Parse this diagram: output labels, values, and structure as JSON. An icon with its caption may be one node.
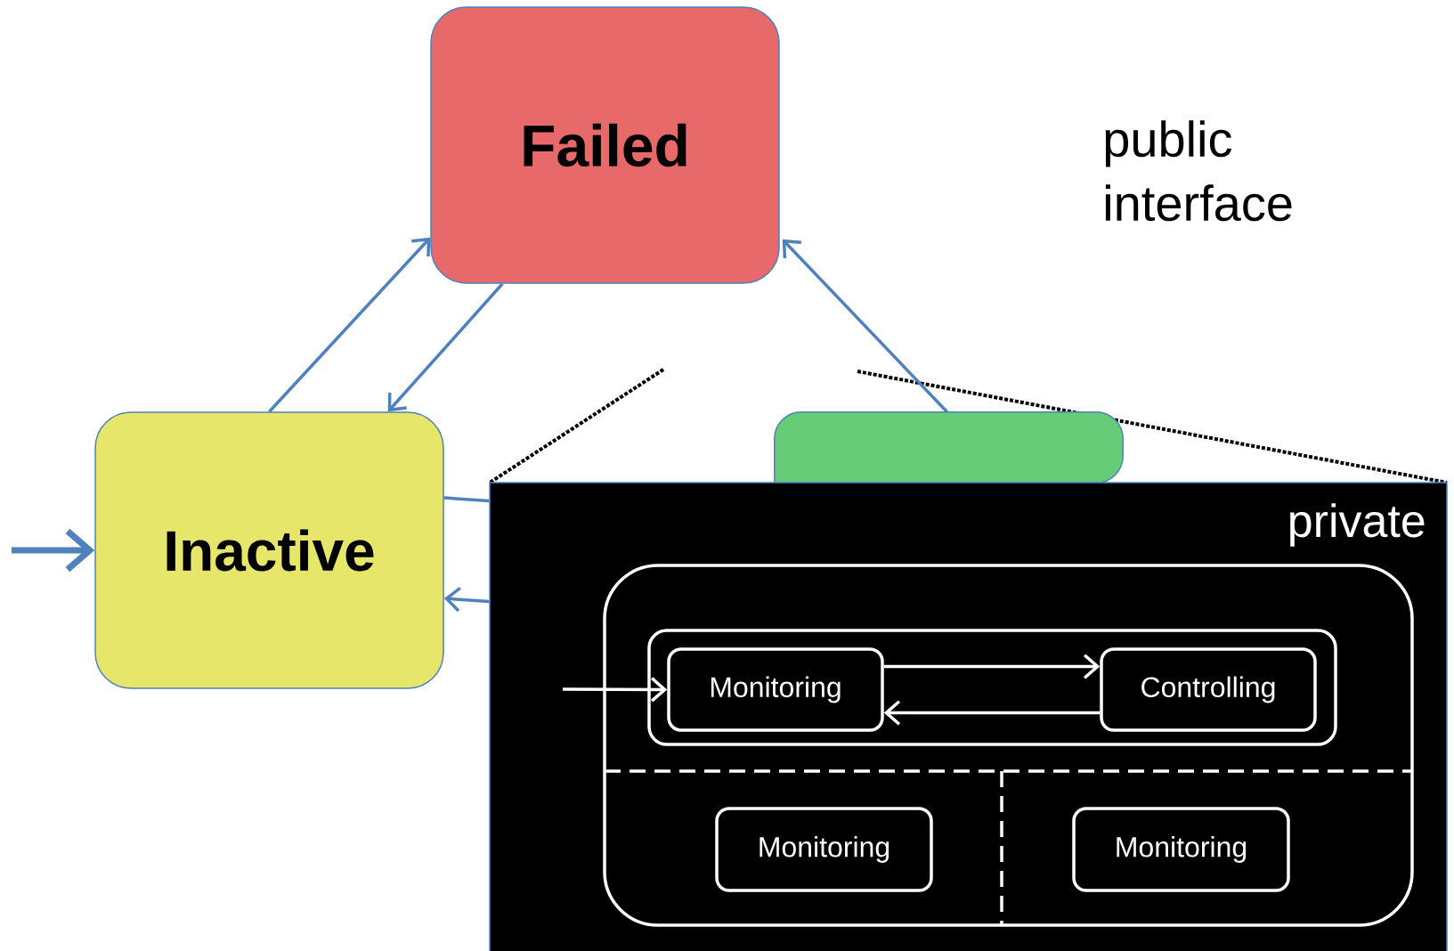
{
  "diagram": {
    "nodes": [
      {
        "text": [
          "Failed"
        ]
      },
      {
        "text": [
          "Inactive"
        ]
      },
      {
        "text": [],
        "shape": "box"
      },
      {
        "text": [
          "private"
        ]
      },
      {
        "text": [],
        "shape": "box",
        "in": 3
      },
      {
        "text": [],
        "shape": "box",
        "in": 4
      },
      {
        "text": [
          "Monitoring"
        ],
        "in": 5
      },
      {
        "text": [
          "Controlling"
        ],
        "in": 5
      },
      {
        "text": [
          "Monitoring"
        ],
        "in": 4
      },
      {
        "text": [
          "Monitoring"
        ],
        "in": 4
      }
    ],
    "edges": [
      {
        "from": 1,
        "to": 0,
        "arrow": "to"
      },
      {
        "from": 0,
        "to": 1,
        "arrow": "to"
      },
      {
        "from": 2,
        "to": 0,
        "arrow": "to"
      },
      {
        "from": null,
        "to": 1,
        "arrow": "to",
        "style": "thick"
      },
      {
        "from": 1,
        "to": 3,
        "arrow": "none"
      },
      {
        "from": 3,
        "to": 1,
        "arrow": "to"
      },
      {
        "from": null,
        "to": 6,
        "arrow": "to",
        "color": "#ffffff"
      },
      {
        "from": 6,
        "to": 7,
        "arrow": "to",
        "color": "#ffffff"
      },
      {
        "from": 7,
        "to": 6,
        "arrow": "to",
        "color": "#ffffff"
      }
    ],
    "labels": [
      "public interface"
    ]
  }
}
